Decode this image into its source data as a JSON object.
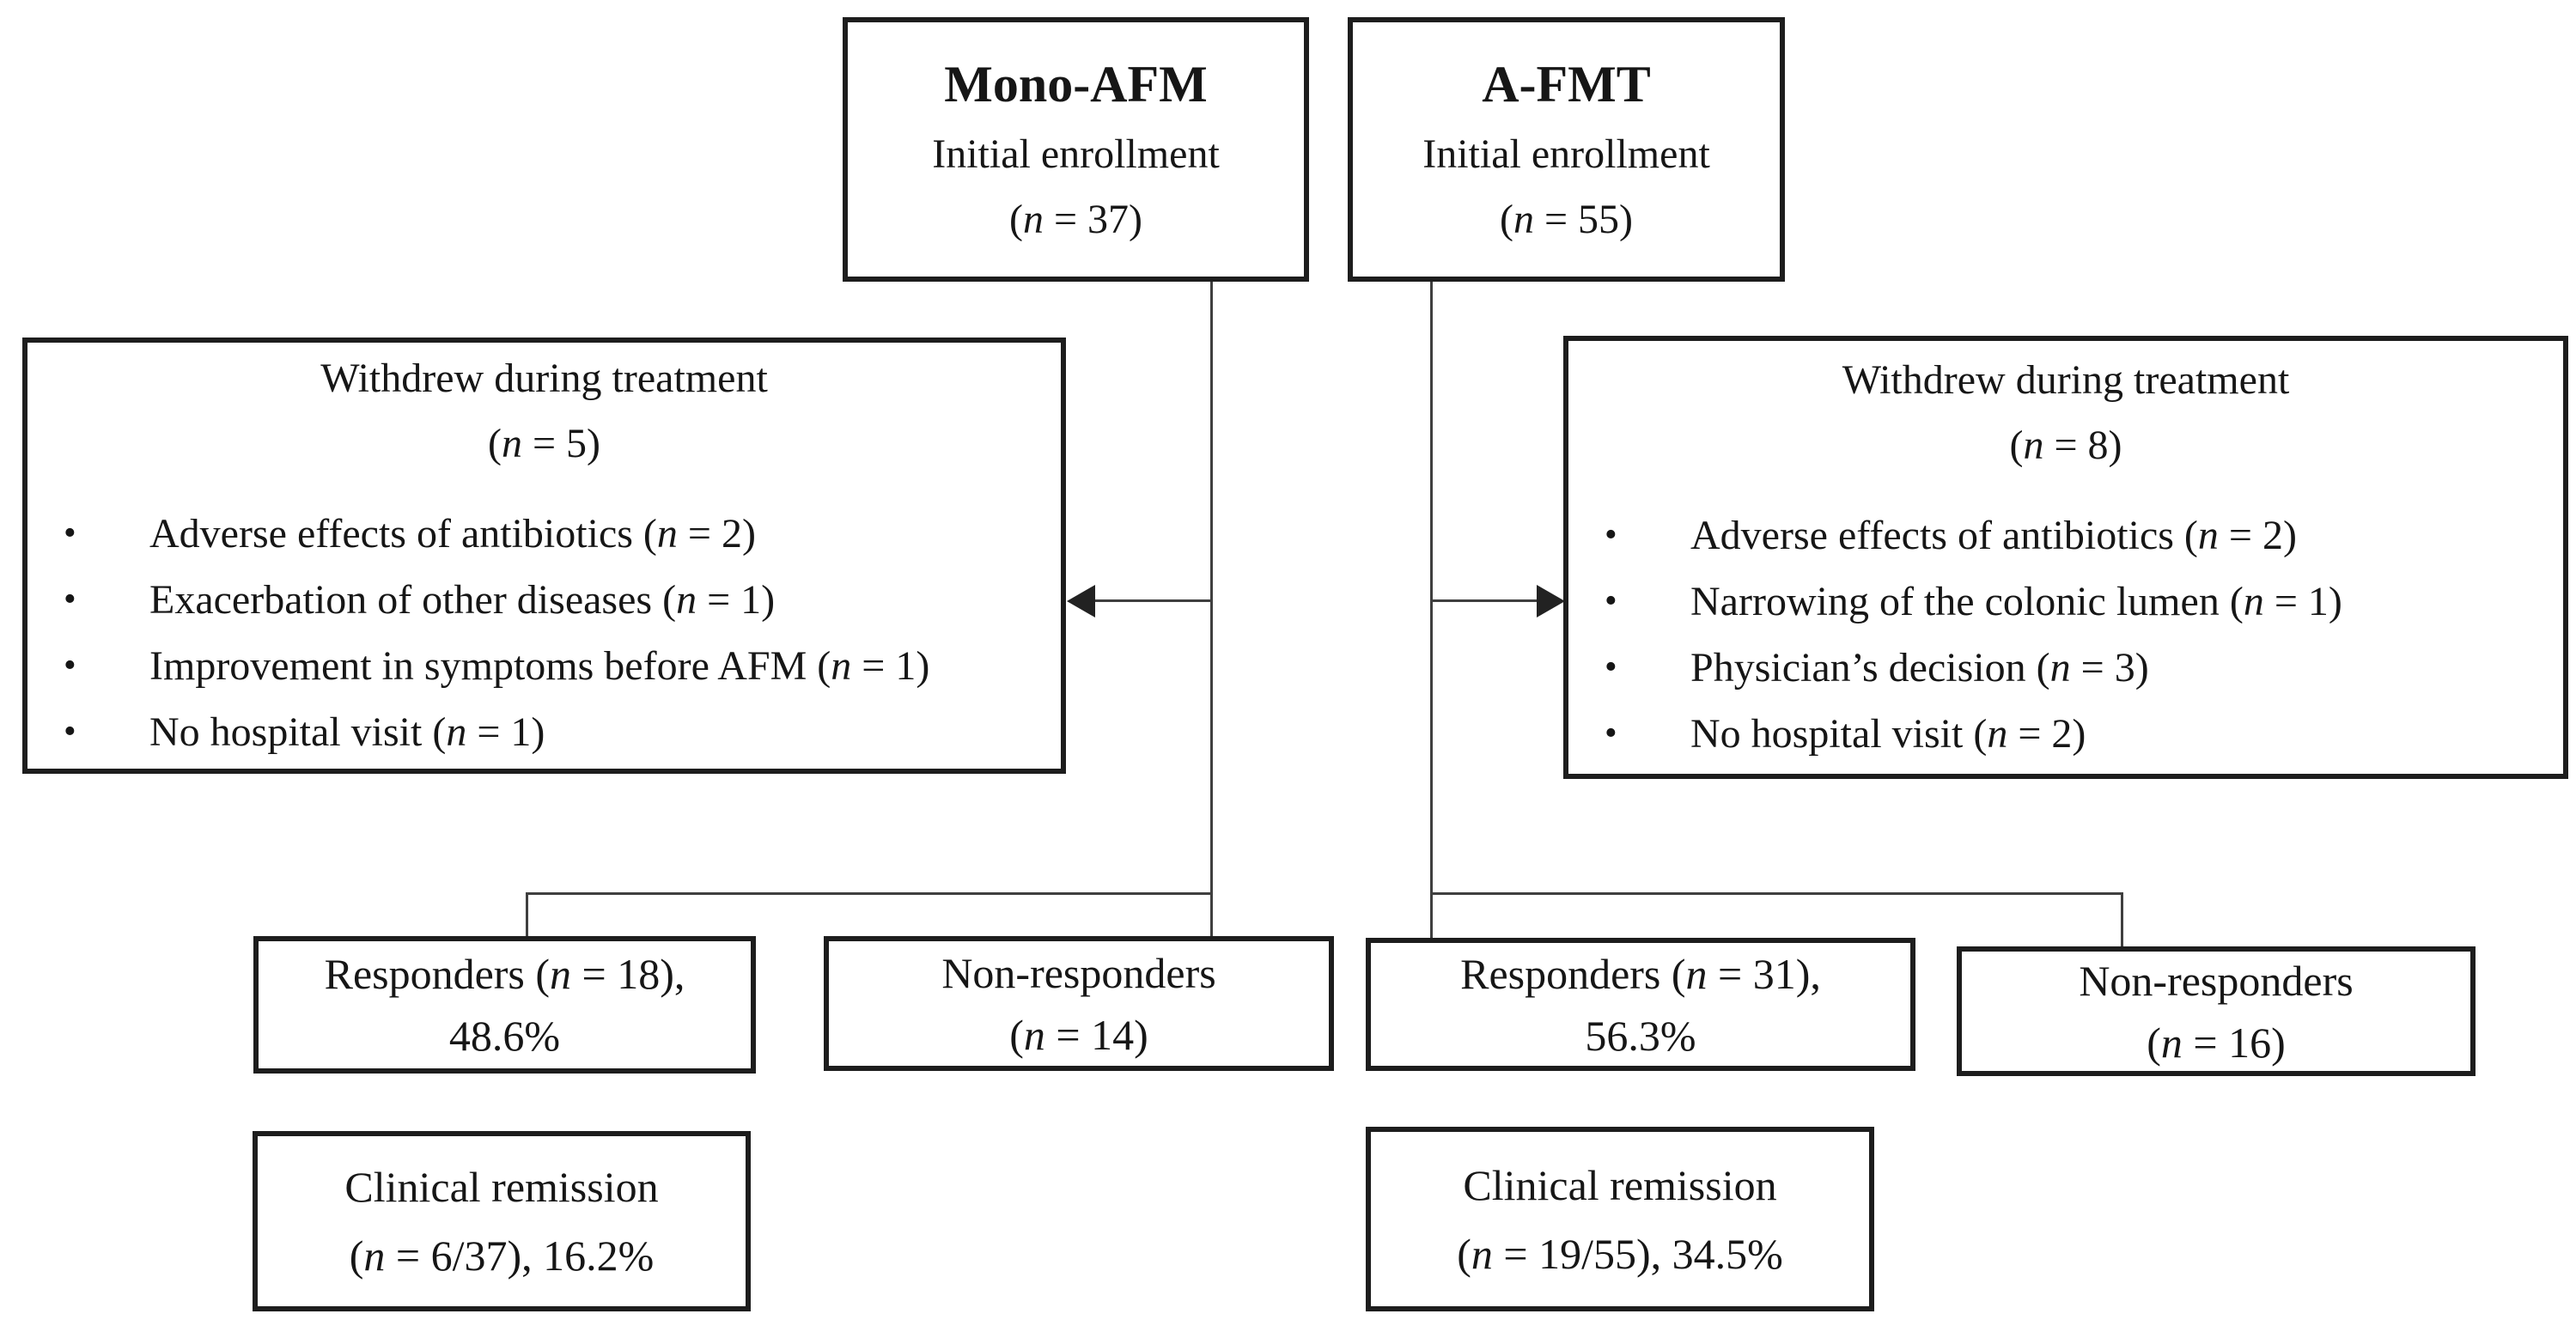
{
  "figure": {
    "type": "patient-flow-diagram",
    "background": "#ffffff",
    "colors": {
      "box_border": "#1d1d1d",
      "connector": "#3f3f3f",
      "arrowhead": "#222222",
      "text": "#161616"
    },
    "bullet_char": "•",
    "arms": [
      {
        "id": "mono-afm",
        "enrollment": {
          "title": "Mono-AFM",
          "subtitle": "Initial enrollment",
          "n": {
            "pre": "(",
            "var": "n",
            "post": " = 37)"
          }
        },
        "withdrew": {
          "title": "Withdrew during treatment",
          "n": {
            "pre": "(",
            "var": "n",
            "post": " = 5)"
          },
          "reasons": [
            {
              "pre": "Adverse effects of antibiotics (",
              "var": "n",
              "post": " = 2)"
            },
            {
              "pre": "Exacerbation of other diseases (",
              "var": "n",
              "post": " = 1)"
            },
            {
              "pre": "Improvement in symptoms before AFM (",
              "var": "n",
              "post": " = 1)"
            },
            {
              "pre": "No hospital visit (",
              "var": "n",
              "post": " = 1)"
            }
          ]
        },
        "responders": {
          "line1": {
            "pre": "Responders (",
            "var": "n",
            "post": " = 18),"
          },
          "line2": {
            "pre": "48.6%"
          }
        },
        "non_responders": {
          "line1": {
            "pre": "Non-responders"
          },
          "line2": {
            "pre": "(",
            "var": "n",
            "post": " = 14)"
          }
        },
        "remission": {
          "line1": {
            "pre": "Clinical remission"
          },
          "line2": {
            "pre": "(",
            "var": "n",
            "post": " = 6/37), 16.2%"
          }
        }
      },
      {
        "id": "a-fmt",
        "enrollment": {
          "title": "A-FMT",
          "subtitle": "Initial enrollment",
          "n": {
            "pre": "(",
            "var": "n",
            "post": " = 55)"
          }
        },
        "withdrew": {
          "title": "Withdrew during treatment",
          "n": {
            "pre": "(",
            "var": "n",
            "post": " = 8)"
          },
          "reasons": [
            {
              "pre": "Adverse effects of antibiotics (",
              "var": "n",
              "post": " = 2)"
            },
            {
              "pre": "Narrowing of the colonic lumen (",
              "var": "n",
              "post": " = 1)"
            },
            {
              "pre": "Physician’s decision (",
              "var": "n",
              "post": " = 3)"
            },
            {
              "pre": "No hospital visit (",
              "var": "n",
              "post": " = 2)"
            }
          ]
        },
        "responders": {
          "line1": {
            "pre": "Responders (",
            "var": "n",
            "post": " = 31),"
          },
          "line2": {
            "pre": "56.3%"
          }
        },
        "non_responders": {
          "line1": {
            "pre": "Non-responders"
          },
          "line2": {
            "pre": "(",
            "var": "n",
            "post": " = 16)"
          }
        },
        "remission": {
          "line1": {
            "pre": "Clinical remission"
          },
          "line2": {
            "pre": "(",
            "var": "n",
            "post": " = 19/55), 34.5%"
          }
        }
      }
    ]
  }
}
